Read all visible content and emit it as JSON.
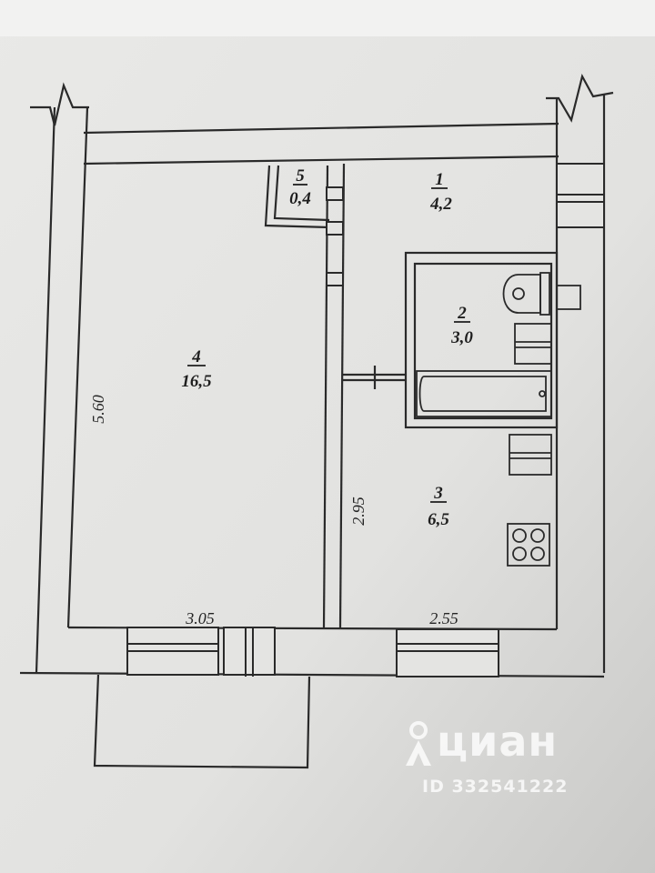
{
  "rooms": [
    {
      "number": "1",
      "area": "4,2"
    },
    {
      "number": "2",
      "area": "3,0"
    },
    {
      "number": "3",
      "area": "6,5"
    },
    {
      "number": "4",
      "area": "16,5"
    },
    {
      "number": "5",
      "area": "0,4"
    }
  ],
  "dimensions": {
    "left_height": "5.60",
    "partition": "2.95",
    "bottom_left": "3.05",
    "bottom_right": "2.55"
  },
  "watermark": {
    "brand": "циан",
    "id": "ID 332541222",
    "icon": "location-pin-icon"
  },
  "colors": {
    "paper": "#e4e4e2",
    "ink": "#2a2a2a"
  }
}
